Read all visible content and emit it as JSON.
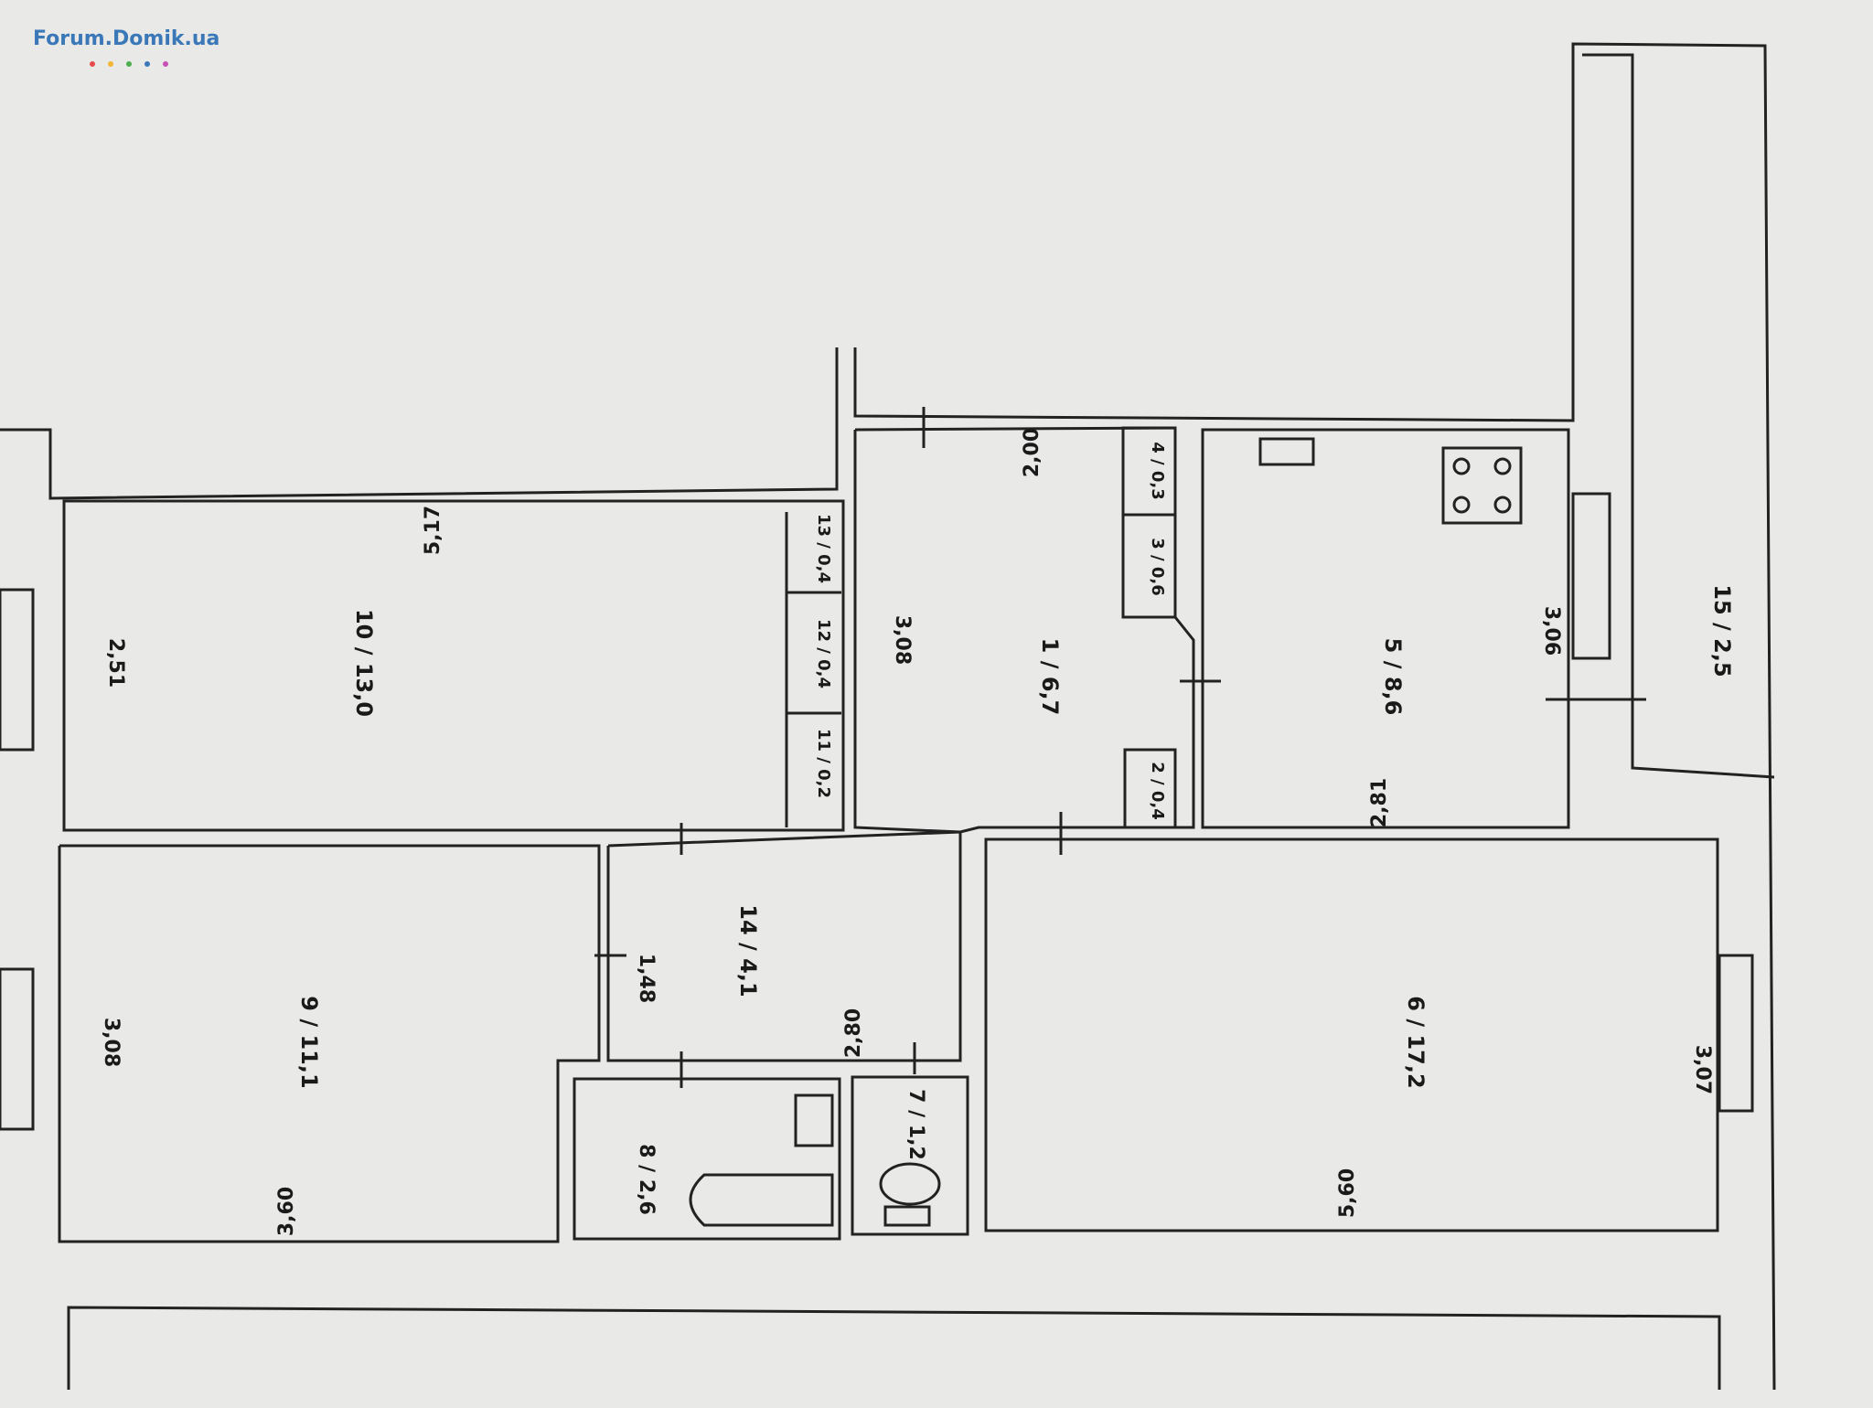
{
  "watermark": {
    "text": "Forum.Domik.ua",
    "dot_colors": [
      "#e54b4b",
      "#f2b632",
      "#4cae4c",
      "#3a78b8",
      "#c84fb5"
    ]
  },
  "rooms": [
    {
      "id": "1",
      "area": "6,7"
    },
    {
      "id": "2",
      "area": "0,4"
    },
    {
      "id": "3",
      "area": "0,6"
    },
    {
      "id": "4",
      "area": "0,3"
    },
    {
      "id": "5",
      "area": "8,6"
    },
    {
      "id": "6",
      "area": "17,2"
    },
    {
      "id": "7",
      "area": "1,2"
    },
    {
      "id": "8",
      "area": "2,6"
    },
    {
      "id": "9",
      "area": "11,1"
    },
    {
      "id": "10",
      "area": "13,0"
    },
    {
      "id": "11",
      "area": "0,2"
    },
    {
      "id": "12",
      "area": "0,4"
    },
    {
      "id": "13",
      "area": "0,4"
    },
    {
      "id": "14",
      "area": "4,1"
    },
    {
      "id": "15",
      "area": "2,5"
    }
  ],
  "dimensions": {
    "room10_long": "5,17",
    "room10_short": "2,51",
    "room9_long": "3,60",
    "room9_short": "3,08",
    "room1_long": "3,08",
    "room1_short": "2,00",
    "room14_long": "2,80",
    "room14_short": "1,48",
    "room5_long": "3,06",
    "room5_short": "2,81",
    "room6_long": "5,60",
    "room6_short": "3,07"
  }
}
